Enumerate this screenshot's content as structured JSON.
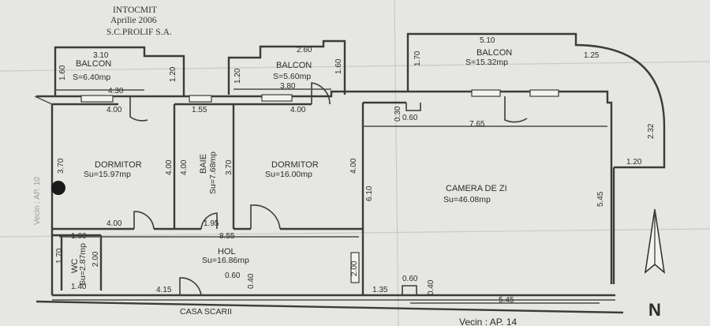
{
  "header": {
    "company": "INTOCMIT",
    "date": "Aprilie 2006",
    "firm": "S.C.PROLIF S.A."
  },
  "rooms": {
    "balcon1": {
      "name": "BALCON",
      "area": "S=6.40mp"
    },
    "balcon2": {
      "name": "BALCON",
      "area": "S=5.60mp"
    },
    "balcon3": {
      "name": "BALCON",
      "area": "S=15.32mp"
    },
    "dormitor1": {
      "name": "DORMITOR",
      "area": "Su=15.97mp"
    },
    "baie": {
      "name": "BAIE",
      "area": "Su=7.68mp"
    },
    "dormitor2": {
      "name": "DORMITOR",
      "area": "Su=16.00mp"
    },
    "camera": {
      "name": "CAMERA DE ZI",
      "area": "Su=46.08mp"
    },
    "hol": {
      "name": "HOL",
      "area": "Su=16.86mp"
    },
    "wc": {
      "name": "WC",
      "area": "Su=2.87mp"
    }
  },
  "dims": {
    "d310": "3.10",
    "d160a": "1.60",
    "d120a": "1.20",
    "d430": "4.30",
    "d260": "2.60",
    "d120b": "1.20",
    "d160b": "1.60",
    "d380": "3.80",
    "d510": "5.10",
    "d170a": "1.70",
    "d125": "1.25",
    "d232": "2.32",
    "d120c": "1.20",
    "d400a": "4.00",
    "d155": "1.55",
    "d400b": "4.00",
    "d030": "0.30",
    "d060a": "0.60",
    "d765": "7.65",
    "d370a": "3.70",
    "d400c": "4.00",
    "d400d": "4.00",
    "d370b": "3.70",
    "d400e": "4.00",
    "d610": "6.10",
    "d545a": "5.45",
    "d400f": "4.00",
    "d195": "1.95",
    "d855": "8.55",
    "d160c": "1.60",
    "d170b": "1.70",
    "d200a": "2.00",
    "d140": "1.40",
    "d415": "4.15",
    "d060b": "0.60",
    "d040a": "0.40",
    "d200b": "2.00",
    "d135": "1.35",
    "d060c": "0.60",
    "d040b": "0.40",
    "d545b": "5.45"
  },
  "labels": {
    "stairs": "CASA SCARII",
    "neighbor_bottom": "Vecin : AP. 14",
    "neighbor_left": "Vecin : AP. 10",
    "north": "N"
  }
}
